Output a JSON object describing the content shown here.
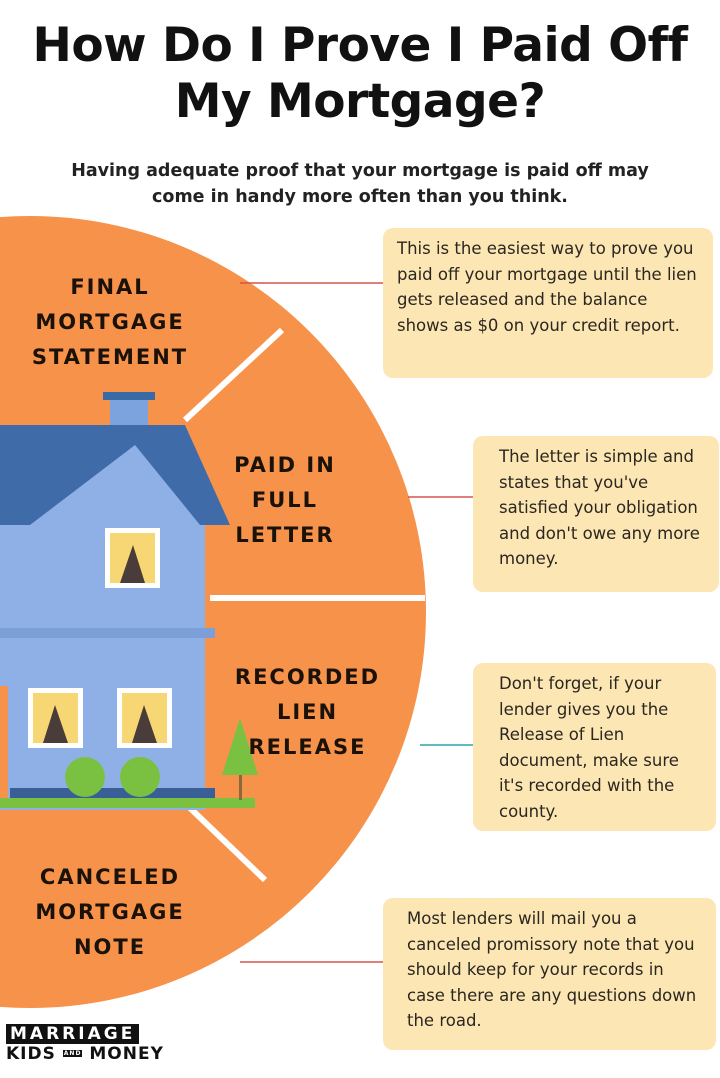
{
  "title": "How Do I Prove I Paid Off My Mortgage?",
  "subtitle": "Having adequate proof that your mortgage is paid off may come in handy more often than you think.",
  "colors": {
    "orange": "#f7924a",
    "callout": "#fce6b3",
    "connector_red": "#d9534f",
    "connector_teal": "#2aa6a6"
  },
  "sections": [
    {
      "label": "FINAL MORTGAGE STATEMENT",
      "text": "This is the easiest way to prove you paid off your mortgage until the lien gets released and the balance shows as $0 on your credit report."
    },
    {
      "label": "PAID IN FULL LETTER",
      "text": "The letter is simple and states that you've satisfied your obligation and don't owe any more money."
    },
    {
      "label": "RECORDED LIEN RELEASE",
      "text": "Don't forget, if your lender gives you the Release of Lien document, make sure it's recorded with the county."
    },
    {
      "label": "CANCELED MORTGAGE NOTE",
      "text": "Most lenders will mail you a canceled promissory note that you should keep for your records in case there are any questions down the road."
    }
  ],
  "logo": {
    "line1": "MARRIAGE",
    "kids": "KIDS",
    "and": "AND",
    "money": "MONEY"
  }
}
